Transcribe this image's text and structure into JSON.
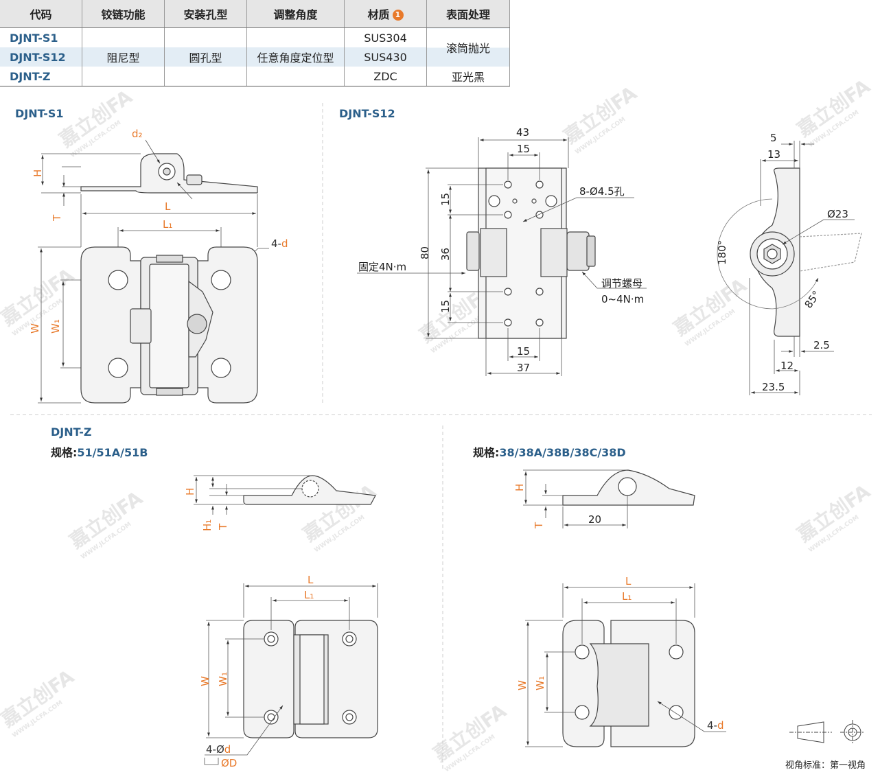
{
  "table": {
    "headers": {
      "code": "代码",
      "hinge_function": "铰链功能",
      "hole_type": "安装孔型",
      "angle": "调整角度",
      "material": "材质",
      "material_note": "1",
      "surface": "表面处理"
    },
    "rows": [
      {
        "code": "DJNT-S1",
        "material": "SUS304"
      },
      {
        "code": "DJNT-S12",
        "material": "SUS430"
      },
      {
        "code": "DJNT-Z",
        "material": "ZDC"
      }
    ],
    "merged": {
      "hinge_function": "阻尼型",
      "hole_type": "圆孔型",
      "angle": "任意角度定位型",
      "surface_1": "滚筒抛光",
      "surface_2": "亚光黑"
    }
  },
  "sections": {
    "s1": {
      "title": "DJNT-S1"
    },
    "s12": {
      "title": "DJNT-S12"
    },
    "z": {
      "title": "DJNT-Z",
      "spec_label": "规格:",
      "spec_left": "51/51A/51B",
      "spec_right": "38/38A/38B/38C/38D"
    }
  },
  "dims": {
    "d2": "d₂",
    "H": "H",
    "T": "T",
    "L": "L",
    "L1": "L₁",
    "W": "W",
    "W1": "W₁",
    "four_d": "4-",
    "d": "d",
    "H1": "H₁",
    "z_four_d": "4-Ø",
    "z_D": "ØD",
    "s12_43": "43",
    "s12_15a": "15",
    "s12_holes": "8-Ø4.5孔",
    "s12_15b": "15",
    "s12_80": "80",
    "s12_36": "36",
    "s12_15c": "15",
    "s12_fixed": "固定4N·m",
    "s12_nut": "调节螺母",
    "s12_nut_range": "0~4N·m",
    "s12_15d": "15",
    "s12_37": "37",
    "side_5": "5",
    "side_13": "13",
    "side_23": "Ø23",
    "side_180": "180°",
    "side_85": "85°",
    "side_2_5": "2.5",
    "side_12": "12",
    "side_23_5": "23.5",
    "z_20": "20"
  },
  "watermark": {
    "brand": "嘉立创FA",
    "site": "WWW.JLCFA.COM"
  },
  "footer": {
    "view_standard": "视角标准：第一视角"
  },
  "colors": {
    "accent": "#e8792a",
    "code_blue": "#2b5f8a",
    "highlight": "#e3edf5"
  }
}
